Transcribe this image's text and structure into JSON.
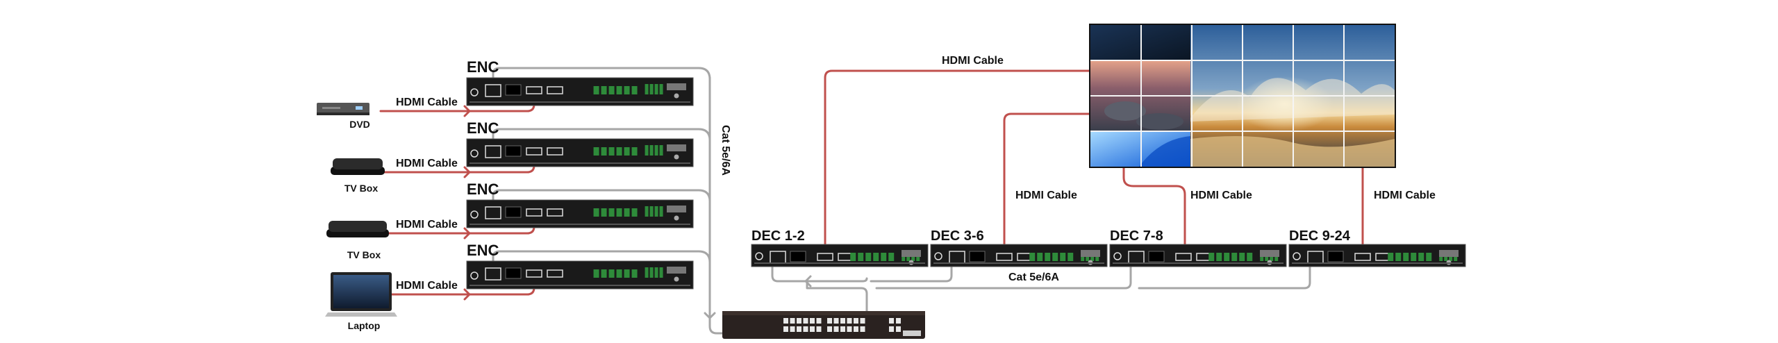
{
  "encoders": [
    {
      "label": "ENC",
      "source": "DVD",
      "source_icon": "dvd-player-icon",
      "cable": "HDMI Cable"
    },
    {
      "label": "ENC",
      "source": "TV Box",
      "source_icon": "tv-box-icon",
      "cable": "HDMI Cable"
    },
    {
      "label": "ENC",
      "source": "TV Box",
      "source_icon": "tv-box-icon",
      "cable": "HDMI Cable"
    },
    {
      "label": "ENC",
      "source": "Laptop",
      "source_icon": "laptop-icon",
      "cable": "HDMI Cable"
    }
  ],
  "encoder_network_cable": "Cat  5e/6A",
  "decoders": [
    {
      "label": "DEC 1-2",
      "cable": "HDMI Cable"
    },
    {
      "label": "DEC 3-6",
      "cable": "HDMI Cable"
    },
    {
      "label": "DEC 7-8",
      "cable": "HDMI Cable"
    },
    {
      "label": "DEC 9-24",
      "cable": "HDMI Cable"
    }
  ],
  "decoder_network_cable": "Cat  5e/6A",
  "colors": {
    "hdmi": "#c0504d",
    "network": "#a6a6a6",
    "device": "#1a1a1a",
    "port_green": "#2e8b3a"
  },
  "video_wall": {
    "rows": 4,
    "cols": 6
  }
}
